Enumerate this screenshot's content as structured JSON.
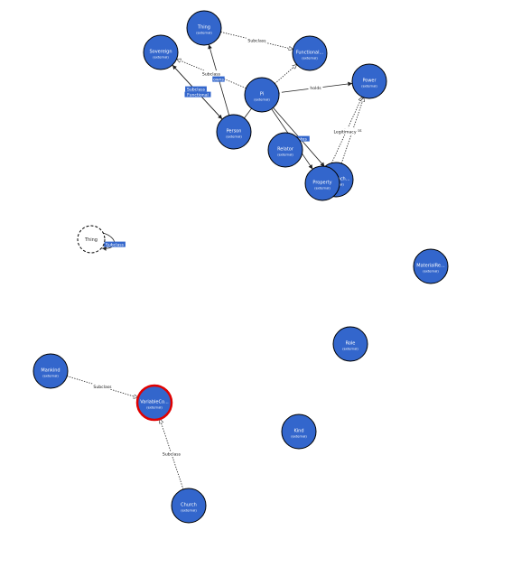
{
  "graph": {
    "nodes": [
      {
        "id": "thing",
        "label": "Thing",
        "sub": "(external)"
      },
      {
        "id": "sovereign",
        "label": "Sovereign",
        "sub": "(external)"
      },
      {
        "id": "functional",
        "label": "Functional...",
        "sub": "(external)"
      },
      {
        "id": "power",
        "label": "Power",
        "sub": "(external)"
      },
      {
        "id": "pi",
        "label": "Pi",
        "sub": "(external)"
      },
      {
        "id": "person",
        "label": "Person",
        "sub": "(external)"
      },
      {
        "id": "relator",
        "label": "Relator",
        "sub": "(external)"
      },
      {
        "id": "legitimacy",
        "label": "legitimach...",
        "sub": "(external)"
      },
      {
        "id": "property",
        "label": "Property",
        "sub": "(external)"
      },
      {
        "id": "ghost_thing",
        "label": "Thing"
      },
      {
        "id": "material",
        "label": "MaterialRe...",
        "sub": "(external)"
      },
      {
        "id": "role",
        "label": "Role",
        "sub": "(external)"
      },
      {
        "id": "mankind",
        "label": "Mankind",
        "sub": "(external)"
      },
      {
        "id": "variable",
        "label": "VariableCo...",
        "sub": "(external)"
      },
      {
        "id": "kind",
        "label": "Kind",
        "sub": "(external)"
      },
      {
        "id": "church",
        "label": "Church",
        "sub": "(external)"
      }
    ],
    "edges": [
      {
        "from": "thing",
        "to": "functional",
        "label": "Subclass",
        "style": "dotted",
        "head": "hollow"
      },
      {
        "from": "person",
        "to": "thing",
        "label": "",
        "style": "solid",
        "head": "filled"
      },
      {
        "from": "sovereign",
        "to": "person",
        "label": "",
        "style": "solid",
        "head": "filled"
      },
      {
        "from": "person",
        "to": "sovereign",
        "label": "",
        "style": "solid",
        "head": "filled"
      },
      {
        "from": "pi",
        "to": "sovereign",
        "label": "Subclass",
        "style": "dotted",
        "head": "hollow"
      },
      {
        "from": "pi",
        "to": "functional",
        "label": "",
        "style": "dotted",
        "head": "hollow"
      },
      {
        "from": "pi",
        "to": "power",
        "label": "holds",
        "style": "solid",
        "head": "filled"
      },
      {
        "from": "pi",
        "to": "person",
        "label": "",
        "style": "solid",
        "head": "none"
      },
      {
        "from": "pi",
        "to": "legitimacy",
        "label": "",
        "style": "solid",
        "head": "filled"
      },
      {
        "from": "pi",
        "to": "property",
        "label": "",
        "style": "solid",
        "head": "filled"
      },
      {
        "from": "property",
        "to": "power",
        "label": "Subclass",
        "style": "dotted",
        "head": "hollow"
      },
      {
        "from": "legitimacy",
        "to": "power",
        "label": "Subclass",
        "style": "dotted",
        "head": "hollow"
      },
      {
        "from": "mankind",
        "to": "variable",
        "label": "Subclass",
        "style": "dotted",
        "head": "hollow"
      },
      {
        "from": "church",
        "to": "variable",
        "label": "Subclass",
        "style": "dotted",
        "head": "hollow"
      }
    ],
    "floating_labels": [
      {
        "id": "lbl_subclass_1",
        "text": "Subclass",
        "highlight": false
      },
      {
        "id": "lbl_owns",
        "text": "owns",
        "highlight": true
      },
      {
        "id": "lbl_subclass_2",
        "text": "Subclass",
        "highlight": true
      },
      {
        "id": "lbl_functional",
        "text": "Functional",
        "highlight": true
      },
      {
        "id": "lbl_subclass_3",
        "text": "Subclass",
        "highlight": false
      },
      {
        "id": "lbl_legitimates",
        "text": "legitimates",
        "highlight": true
      },
      {
        "id": "lbl_legitimacy",
        "text": "Legitimacy",
        "highlight": false
      },
      {
        "id": "lbl_subclass_ghost",
        "text": "Subclass",
        "highlight": true
      }
    ],
    "selected_node": "variable",
    "colors": {
      "node": "#3366cc",
      "selected_border": "#e00000",
      "edge": "#222222"
    }
  }
}
